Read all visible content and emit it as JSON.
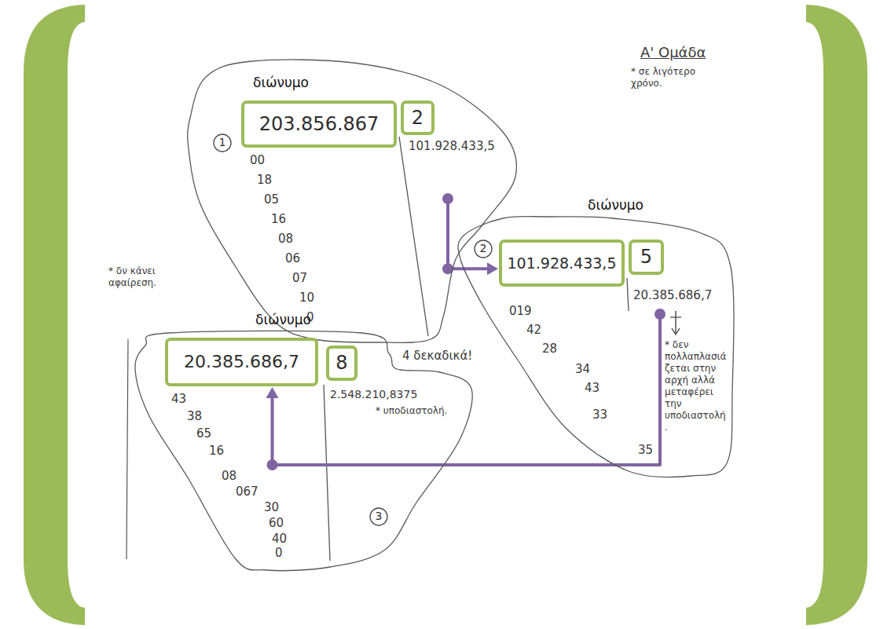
{
  "diagram": {
    "nodes": [
      {
        "text": [
          "101.928.433,5",
          "00",
          "18",
          "05",
          "16",
          "08",
          "06",
          "07",
          "10",
          "0"
        ]
      },
      {
        "text": [
          "1"
        ],
        "in": 0
      },
      {
        "text": [
          "διώνυμο",
          "203.856.867"
        ],
        "in": 0
      },
      {
        "text": [
          "2"
        ],
        "in": 0
      },
      {
        "text": [
          "20.385.686,7",
          "019",
          "42",
          "28",
          "34",
          "43",
          "33",
          "35"
        ]
      },
      {
        "text": [
          "2"
        ],
        "in": 4
      },
      {
        "text": [
          "διώνυμο",
          "101.928.433,5"
        ],
        "in": 4
      },
      {
        "text": [
          "5"
        ],
        "in": 4
      },
      {
        "text": [
          "2.548.210,8375",
          "43",
          "38",
          "65",
          "16",
          "08",
          "067",
          "30",
          "60",
          "40",
          "0"
        ]
      },
      {
        "text": [
          "3"
        ],
        "in": 8
      },
      {
        "text": [
          "διώνυμο",
          "20.385.686,7"
        ],
        "in": 8
      },
      {
        "text": [
          "8"
        ],
        "in": 8
      }
    ],
    "edges": [
      {
        "from": 0,
        "to": 6,
        "arrow": "to"
      },
      {
        "from": 4,
        "to": 10,
        "arrow": "to"
      }
    ],
    "labels": [
      "Α' Ομάδα",
      "* σε λιγότερο χρόνο.",
      "* δν κάνει αφαίρεση.",
      "4 δεκαδικά!",
      "* υποδιαστολή.",
      "* δεν πολλαπλασιάζεται στην αρχή αλλά μεταφέρει την υποδιαστολή."
    ]
  }
}
